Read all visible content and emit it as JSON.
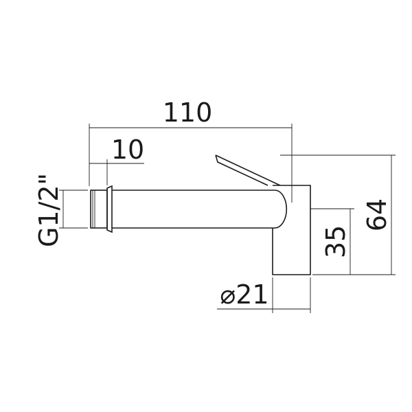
{
  "drawing": {
    "dimensions": {
      "overall_length": "110",
      "thread_length": "10",
      "thread_size": "G1/2\"",
      "outlet_height": "35",
      "total_height": "64",
      "diameter": "⌀21"
    }
  }
}
